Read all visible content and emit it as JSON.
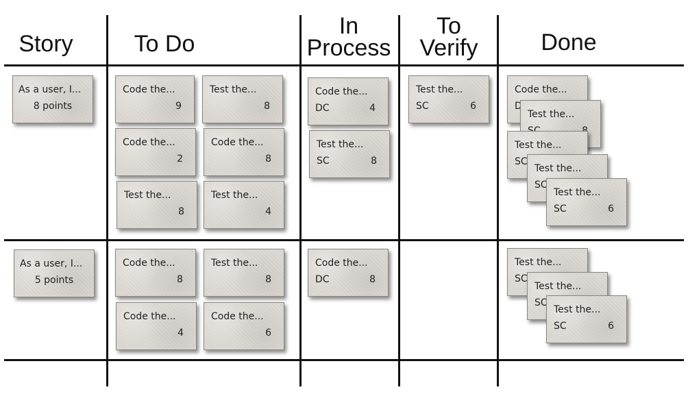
{
  "columns": [
    {
      "lines": [
        "Story"
      ]
    },
    {
      "lines": [
        "To Do"
      ]
    },
    {
      "lines": [
        "In",
        "Process"
      ]
    },
    {
      "lines": [
        "To",
        "Verify"
      ]
    },
    {
      "lines": [
        "Done"
      ]
    }
  ],
  "rows": [
    {
      "story": {
        "title": "As a user, I...",
        "points": "8 points"
      },
      "todo": [
        {
          "title": "Code the...",
          "initials": "",
          "hours": "9"
        },
        {
          "title": "Test the...",
          "initials": "",
          "hours": "8"
        },
        {
          "title": "Code the...",
          "initials": "",
          "hours": "2"
        },
        {
          "title": "Code the...",
          "initials": "",
          "hours": "8"
        },
        {
          "title": "Test the...",
          "initials": "",
          "hours": "8"
        },
        {
          "title": "Test the...",
          "initials": "",
          "hours": "4"
        }
      ],
      "in_process": [
        {
          "title": "Code the...",
          "initials": "DC",
          "hours": "4"
        },
        {
          "title": "Test the...",
          "initials": "SC",
          "hours": "8"
        }
      ],
      "to_verify": [
        {
          "title": "Test the...",
          "initials": "SC",
          "hours": "6"
        }
      ],
      "done": [
        {
          "title": "Code the...",
          "initials": "DC",
          "hours": ""
        },
        {
          "title": "Test the...",
          "initials": "SC",
          "hours": "8"
        },
        {
          "title": "Test the...",
          "initials": "SC",
          "hours": ""
        },
        {
          "title": "Test the...",
          "initials": "SC",
          "hours": ""
        },
        {
          "title": "Test the...",
          "initials": "SC",
          "hours": "6"
        }
      ]
    },
    {
      "story": {
        "title": "As a user, I...",
        "points": "5 points"
      },
      "todo": [
        {
          "title": "Code the...",
          "initials": "",
          "hours": "8"
        },
        {
          "title": "Test the...",
          "initials": "",
          "hours": "8"
        },
        {
          "title": "Code the...",
          "initials": "",
          "hours": "4"
        },
        {
          "title": "Code the...",
          "initials": "",
          "hours": "6"
        }
      ],
      "in_process": [
        {
          "title": "Code the...",
          "initials": "DC",
          "hours": "8"
        }
      ],
      "to_verify": [],
      "done": [
        {
          "title": "Test the...",
          "initials": "SC",
          "hours": ""
        },
        {
          "title": "Test the...",
          "initials": "SC",
          "hours": ""
        },
        {
          "title": "Test the...",
          "initials": "SC",
          "hours": "6"
        }
      ]
    }
  ]
}
